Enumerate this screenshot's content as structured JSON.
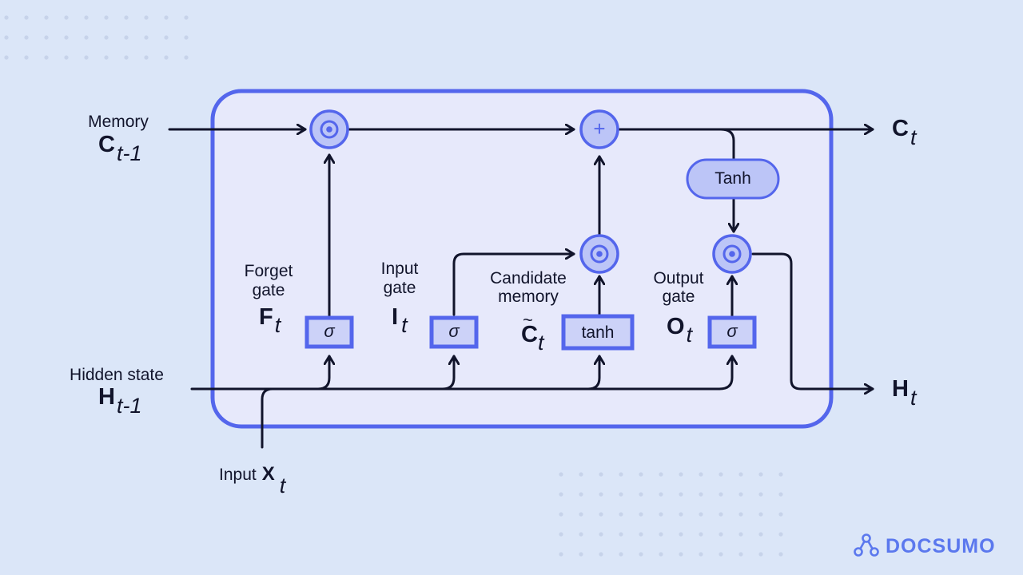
{
  "inputs": {
    "memory_label": "Memory",
    "memory_symbol": "C",
    "memory_subscript": "t-1",
    "hidden_label": "Hidden state",
    "hidden_symbol": "H",
    "hidden_subscript": "t-1",
    "input_label": "Input",
    "input_symbol": "X",
    "input_subscript": "t"
  },
  "outputs": {
    "cell_symbol": "C",
    "cell_subscript": "t",
    "hidden_symbol": "H",
    "hidden_subscript": "t"
  },
  "gates": {
    "forget": {
      "line1": "Forget",
      "line2": "gate",
      "symbol": "F",
      "subscript": "t",
      "activation": "σ"
    },
    "input": {
      "line1": "Input",
      "line2": "gate",
      "symbol": "I",
      "subscript": "t",
      "activation": "σ"
    },
    "candidate": {
      "line1": "Candidate",
      "line2": "memory",
      "symbol": "C",
      "tilde": "~",
      "subscript": "t",
      "activation": "tanh"
    },
    "output": {
      "line1": "Output",
      "line2": "gate",
      "symbol": "O",
      "subscript": "t",
      "activation": "σ"
    }
  },
  "cell_tanh_label": "Tanh",
  "operators": {
    "add": "+"
  },
  "brand": {
    "name": "DOCSUMO"
  },
  "colors": {
    "background": "#dbe6f8",
    "cell_fill": "#e7e9fb",
    "cell_stroke": "#5466ec",
    "node_fill": "#bcc5f7",
    "box_fill": "#ccd2f8",
    "accent": "#5b78ee",
    "ink": "#11142b"
  }
}
